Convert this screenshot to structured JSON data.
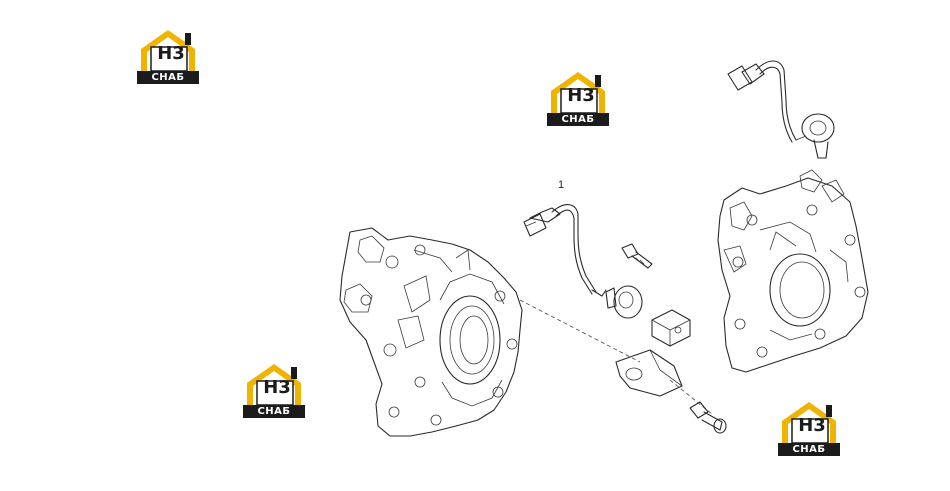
{
  "watermark": {
    "mark_text": "H3",
    "band_text": "СНАБ",
    "colors": {
      "roof": "#f0b400",
      "band": "#1b1b1b",
      "mark": "#1b1b1b"
    }
  },
  "diagram": {
    "callout_number": "1",
    "parts": [
      "front-cover-left",
      "knock-sensor-harness",
      "knock-sensor",
      "bolt-small",
      "clip-block",
      "sensor-bracket",
      "bolt-large",
      "front-cover-right",
      "sensor-assembly-top-right"
    ]
  }
}
